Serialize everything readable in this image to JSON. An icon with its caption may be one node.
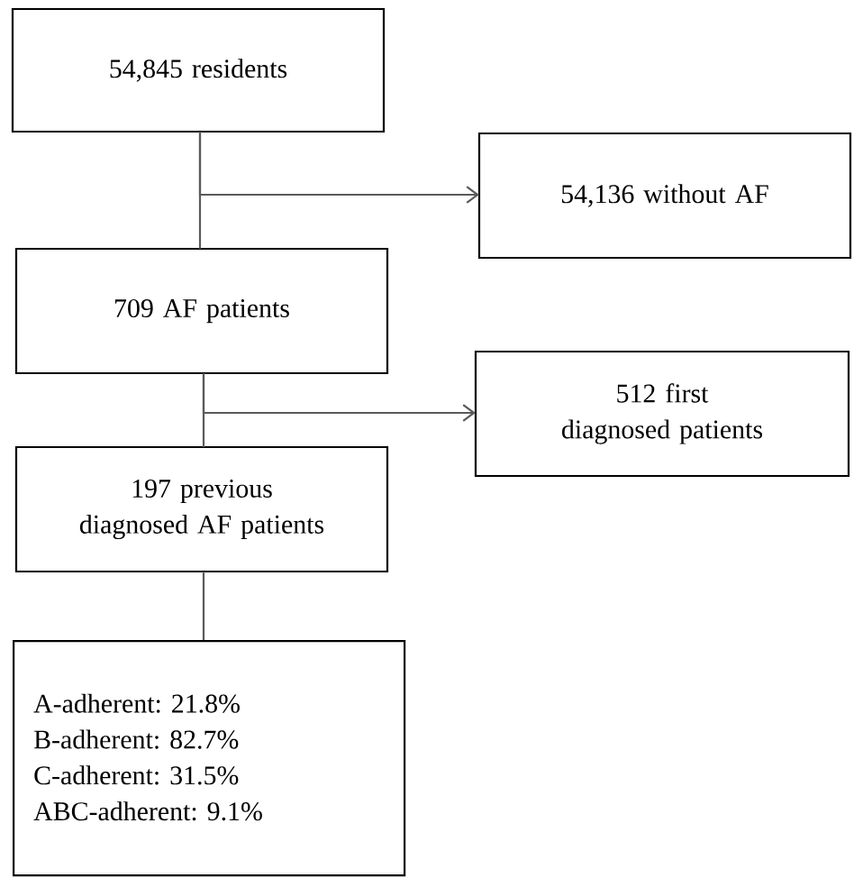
{
  "diagram": {
    "nodes": [
      {
        "text": [
          "54,845 residents"
        ]
      },
      {
        "text": [
          "54,136 without AF"
        ]
      },
      {
        "text": [
          "709 AF patients"
        ]
      },
      {
        "text": [
          "512 first diagnosed patients"
        ]
      },
      {
        "text": [
          "197 previous diagnosed AF patients"
        ]
      },
      {
        "text": [
          "A-adherent: 21.8%",
          "B-adherent: 82.7%",
          "C-adherent: 31.5%",
          "ABC-adherent: 9.1%"
        ]
      }
    ],
    "edges": [
      {
        "from": 0,
        "to": 2,
        "arrow": "none"
      },
      {
        "from": 0,
        "to": 1,
        "arrow": "to"
      },
      {
        "from": 2,
        "to": 4,
        "arrow": "none"
      },
      {
        "from": 2,
        "to": 3,
        "arrow": "to"
      },
      {
        "from": 4,
        "to": 5,
        "arrow": "none"
      }
    ]
  }
}
